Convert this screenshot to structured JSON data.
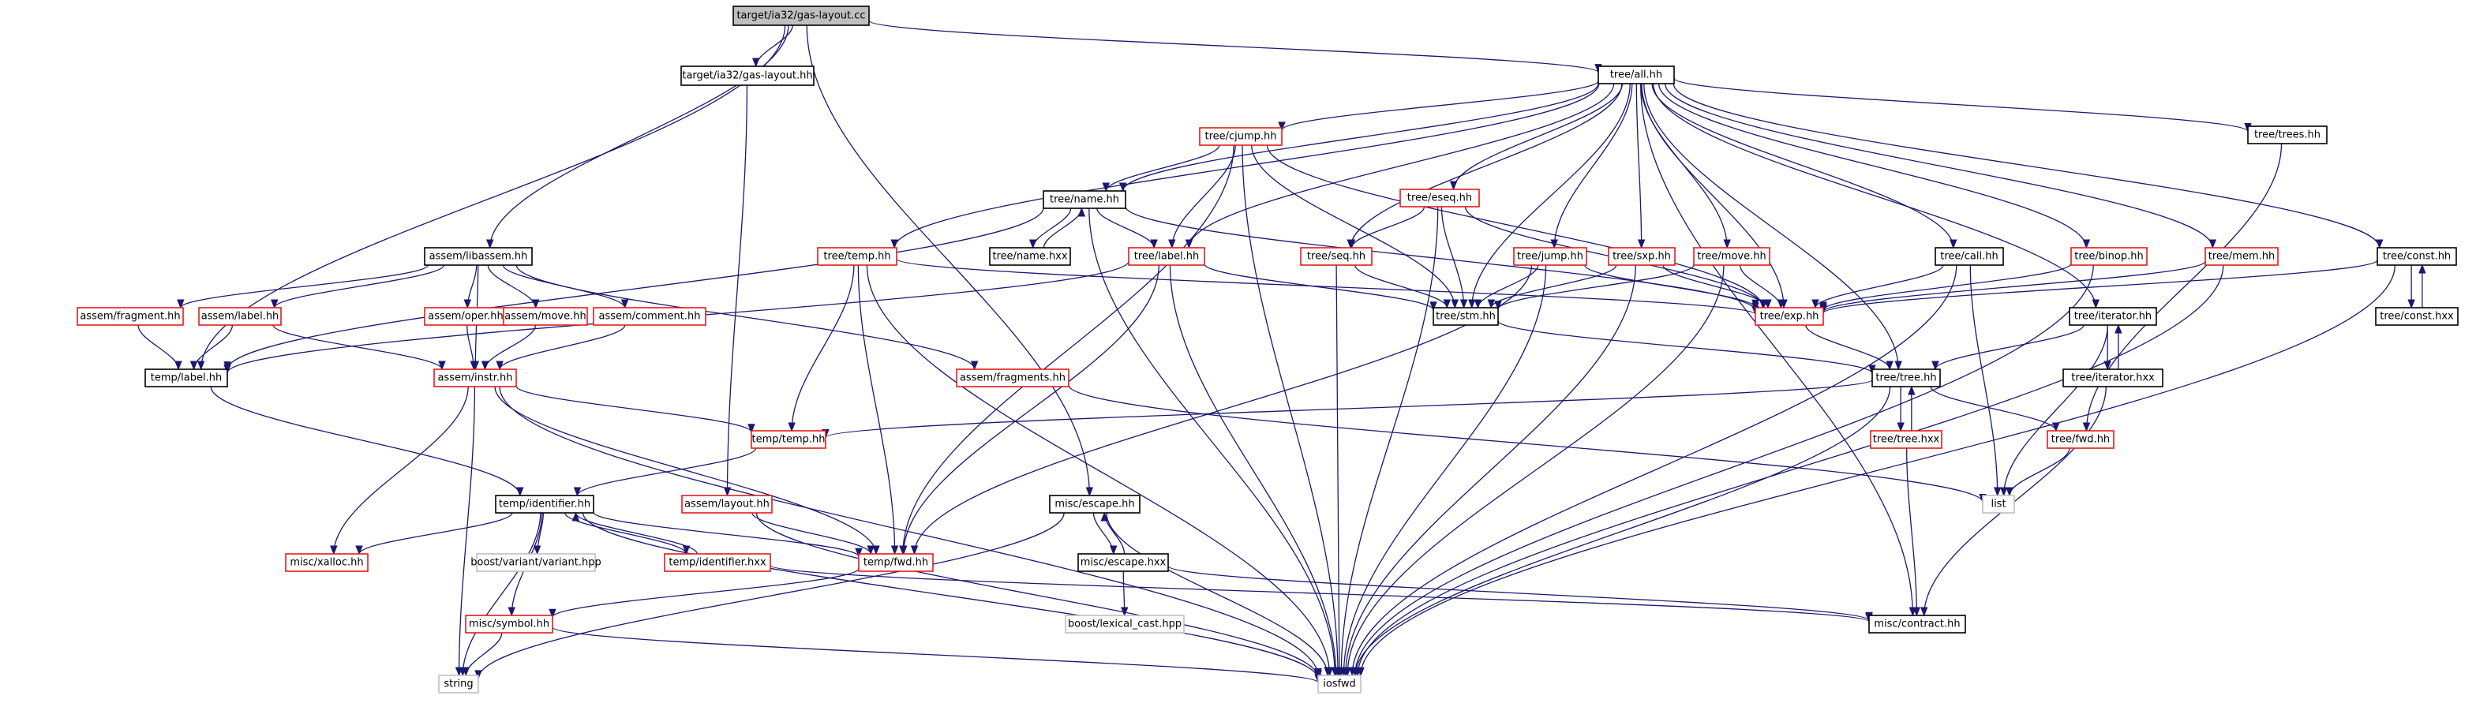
{
  "graph": {
    "colors": {
      "edge": "#191970",
      "root_fill": "#bfbfbf",
      "node_border_documented": "#000000",
      "node_border_truncated": "#e41a1c",
      "node_border_external": "#bfbfbf"
    },
    "nodes": [
      {
        "id": "root",
        "label": "target/ia32/gas-layout.cc",
        "kind": "root"
      },
      {
        "id": "gaslayout_hh",
        "label": "target/ia32/gas-layout.hh",
        "kind": "black"
      },
      {
        "id": "tree_all",
        "label": "tree/all.hh",
        "kind": "black"
      },
      {
        "id": "libassem",
        "label": "assem/libassem.hh",
        "kind": "black"
      },
      {
        "id": "tree_cjump",
        "label": "tree/cjump.hh",
        "kind": "red"
      },
      {
        "id": "tree_name",
        "label": "tree/name.hh",
        "kind": "black"
      },
      {
        "id": "tree_name_hxx",
        "label": "tree/name.hxx",
        "kind": "black"
      },
      {
        "id": "tree_eseq",
        "label": "tree/eseq.hh",
        "kind": "red"
      },
      {
        "id": "tree_trees",
        "label": "tree/trees.hh",
        "kind": "black"
      },
      {
        "id": "tree_temp",
        "label": "tree/temp.hh",
        "kind": "red"
      },
      {
        "id": "tree_label",
        "label": "tree/label.hh",
        "kind": "red"
      },
      {
        "id": "tree_seq",
        "label": "tree/seq.hh",
        "kind": "red"
      },
      {
        "id": "tree_jump",
        "label": "tree/jump.hh",
        "kind": "red"
      },
      {
        "id": "tree_sxp",
        "label": "tree/sxp.hh",
        "kind": "red"
      },
      {
        "id": "tree_move",
        "label": "tree/move.hh",
        "kind": "red"
      },
      {
        "id": "tree_call",
        "label": "tree/call.hh",
        "kind": "black"
      },
      {
        "id": "tree_binop",
        "label": "tree/binop.hh",
        "kind": "red"
      },
      {
        "id": "tree_mem",
        "label": "tree/mem.hh",
        "kind": "red"
      },
      {
        "id": "tree_const",
        "label": "tree/const.hh",
        "kind": "black"
      },
      {
        "id": "tree_const_hxx",
        "label": "tree/const.hxx",
        "kind": "black"
      },
      {
        "id": "tree_stm",
        "label": "tree/stm.hh",
        "kind": "black"
      },
      {
        "id": "tree_exp",
        "label": "tree/exp.hh",
        "kind": "red"
      },
      {
        "id": "tree_iterator",
        "label": "tree/iterator.hh",
        "kind": "black"
      },
      {
        "id": "tree_iterator_hxx",
        "label": "tree/iterator.hxx",
        "kind": "black"
      },
      {
        "id": "tree_tree",
        "label": "tree/tree.hh",
        "kind": "black"
      },
      {
        "id": "tree_tree_hxx",
        "label": "tree/tree.hxx",
        "kind": "red"
      },
      {
        "id": "tree_fwd",
        "label": "tree/fwd.hh",
        "kind": "red"
      },
      {
        "id": "list",
        "label": "list",
        "kind": "gray"
      },
      {
        "id": "assem_fragment",
        "label": "assem/fragment.hh",
        "kind": "red"
      },
      {
        "id": "assem_label",
        "label": "assem/label.hh",
        "kind": "red"
      },
      {
        "id": "assem_oper",
        "label": "assem/oper.hh",
        "kind": "red"
      },
      {
        "id": "assem_move",
        "label": "assem/move.hh",
        "kind": "red"
      },
      {
        "id": "assem_comment",
        "label": "assem/comment.hh",
        "kind": "red"
      },
      {
        "id": "assem_fragments",
        "label": "assem/fragments.hh",
        "kind": "red"
      },
      {
        "id": "temp_label",
        "label": "temp/label.hh",
        "kind": "black"
      },
      {
        "id": "assem_instr",
        "label": "assem/instr.hh",
        "kind": "red"
      },
      {
        "id": "temp_temp",
        "label": "temp/temp.hh",
        "kind": "red"
      },
      {
        "id": "temp_identifier",
        "label": "temp/identifier.hh",
        "kind": "black"
      },
      {
        "id": "assem_layout",
        "label": "assem/layout.hh",
        "kind": "red"
      },
      {
        "id": "misc_escape",
        "label": "misc/escape.hh",
        "kind": "black"
      },
      {
        "id": "misc_escape_hxx",
        "label": "misc/escape.hxx",
        "kind": "black"
      },
      {
        "id": "boost_lexical",
        "label": "boost/lexical_cast.hpp",
        "kind": "gray"
      },
      {
        "id": "misc_xalloc",
        "label": "misc/xalloc.hh",
        "kind": "red"
      },
      {
        "id": "boost_variant",
        "label": "boost/variant/variant.hpp",
        "kind": "gray"
      },
      {
        "id": "temp_identifier_hxx",
        "label": "temp/identifier.hxx",
        "kind": "red"
      },
      {
        "id": "temp_fwd",
        "label": "temp/fwd.hh",
        "kind": "red"
      },
      {
        "id": "misc_symbol",
        "label": "misc/symbol.hh",
        "kind": "red"
      },
      {
        "id": "misc_contract",
        "label": "misc/contract.hh",
        "kind": "black"
      },
      {
        "id": "string",
        "label": "string",
        "kind": "gray"
      },
      {
        "id": "iosfwd",
        "label": "iosfwd",
        "kind": "gray"
      }
    ],
    "edges": [
      [
        "root",
        "gaslayout_hh"
      ],
      [
        "root",
        "tree_all"
      ],
      [
        "root",
        "libassem"
      ],
      [
        "root",
        "temp_label"
      ],
      [
        "root",
        "misc_escape"
      ],
      [
        "gaslayout_hh",
        "assem_layout"
      ],
      [
        "tree_all",
        "tree_cjump"
      ],
      [
        "tree_all",
        "tree_name"
      ],
      [
        "tree_all",
        "tree_eseq"
      ],
      [
        "tree_all",
        "tree_trees"
      ],
      [
        "tree_all",
        "tree_temp"
      ],
      [
        "tree_all",
        "tree_label"
      ],
      [
        "tree_all",
        "tree_seq"
      ],
      [
        "tree_all",
        "tree_jump"
      ],
      [
        "tree_all",
        "tree_sxp"
      ],
      [
        "tree_all",
        "tree_move"
      ],
      [
        "tree_all",
        "tree_call"
      ],
      [
        "tree_all",
        "tree_binop"
      ],
      [
        "tree_all",
        "tree_mem"
      ],
      [
        "tree_all",
        "tree_const"
      ],
      [
        "tree_all",
        "tree_stm"
      ],
      [
        "tree_all",
        "tree_exp"
      ],
      [
        "tree_all",
        "tree_iterator"
      ],
      [
        "tree_all",
        "tree_tree"
      ],
      [
        "tree_all",
        "misc_contract"
      ],
      [
        "tree_cjump",
        "tree_name"
      ],
      [
        "tree_cjump",
        "tree_label"
      ],
      [
        "tree_cjump",
        "tree_stm"
      ],
      [
        "tree_cjump",
        "tree_exp"
      ],
      [
        "tree_cjump",
        "temp_fwd"
      ],
      [
        "tree_cjump",
        "iosfwd"
      ],
      [
        "tree_name",
        "tree_name_hxx"
      ],
      [
        "tree_name",
        "tree_label"
      ],
      [
        "tree_name",
        "tree_exp"
      ],
      [
        "tree_name",
        "temp_label"
      ],
      [
        "tree_name",
        "iosfwd"
      ],
      [
        "tree_name_hxx",
        "tree_name"
      ],
      [
        "tree_eseq",
        "tree_seq"
      ],
      [
        "tree_eseq",
        "tree_stm"
      ],
      [
        "tree_eseq",
        "tree_exp"
      ],
      [
        "tree_eseq",
        "iosfwd"
      ],
      [
        "tree_trees",
        "tree_fwd"
      ],
      [
        "tree_temp",
        "tree_exp"
      ],
      [
        "tree_temp",
        "temp_temp"
      ],
      [
        "tree_temp",
        "temp_fwd"
      ],
      [
        "tree_temp",
        "iosfwd"
      ],
      [
        "tree_label",
        "tree_stm"
      ],
      [
        "tree_label",
        "temp_label"
      ],
      [
        "tree_label",
        "temp_fwd"
      ],
      [
        "tree_label",
        "iosfwd"
      ],
      [
        "tree_seq",
        "tree_stm"
      ],
      [
        "tree_seq",
        "iosfwd"
      ],
      [
        "tree_jump",
        "tree_stm"
      ],
      [
        "tree_jump",
        "tree_exp"
      ],
      [
        "tree_jump",
        "temp_fwd"
      ],
      [
        "tree_jump",
        "iosfwd"
      ],
      [
        "tree_sxp",
        "tree_stm"
      ],
      [
        "tree_sxp",
        "tree_exp"
      ],
      [
        "tree_sxp",
        "iosfwd"
      ],
      [
        "tree_move",
        "tree_stm"
      ],
      [
        "tree_move",
        "tree_exp"
      ],
      [
        "tree_move",
        "iosfwd"
      ],
      [
        "tree_call",
        "tree_exp"
      ],
      [
        "tree_call",
        "list"
      ],
      [
        "tree_call",
        "iosfwd"
      ],
      [
        "tree_binop",
        "tree_exp"
      ],
      [
        "tree_binop",
        "iosfwd"
      ],
      [
        "tree_mem",
        "tree_exp"
      ],
      [
        "tree_mem",
        "iosfwd"
      ],
      [
        "tree_const",
        "tree_const_hxx"
      ],
      [
        "tree_const",
        "tree_exp"
      ],
      [
        "tree_const",
        "iosfwd"
      ],
      [
        "tree_const_hxx",
        "tree_const"
      ],
      [
        "tree_stm",
        "tree_tree"
      ],
      [
        "tree_exp",
        "tree_tree"
      ],
      [
        "tree_iterator",
        "tree_iterator_hxx"
      ],
      [
        "tree_iterator",
        "tree_tree"
      ],
      [
        "tree_iterator",
        "list"
      ],
      [
        "tree_iterator_hxx",
        "tree_iterator"
      ],
      [
        "tree_iterator_hxx",
        "misc_contract"
      ],
      [
        "tree_tree",
        "tree_tree_hxx"
      ],
      [
        "tree_tree",
        "tree_fwd"
      ],
      [
        "tree_tree",
        "temp_temp"
      ],
      [
        "tree_tree",
        "iosfwd"
      ],
      [
        "tree_tree_hxx",
        "tree_tree"
      ],
      [
        "tree_tree_hxx",
        "misc_contract"
      ],
      [
        "tree_fwd",
        "list"
      ],
      [
        "libassem",
        "assem_fragment"
      ],
      [
        "libassem",
        "assem_label"
      ],
      [
        "libassem",
        "assem_oper"
      ],
      [
        "libassem",
        "assem_move"
      ],
      [
        "libassem",
        "assem_comment"
      ],
      [
        "libassem",
        "assem_fragments"
      ],
      [
        "libassem",
        "assem_instr"
      ],
      [
        "assem_fragment",
        "temp_label"
      ],
      [
        "assem_label",
        "temp_label"
      ],
      [
        "assem_label",
        "assem_instr"
      ],
      [
        "assem_oper",
        "assem_instr"
      ],
      [
        "assem_move",
        "assem_instr"
      ],
      [
        "assem_comment",
        "assem_instr"
      ],
      [
        "assem_fragments",
        "list"
      ],
      [
        "assem_instr",
        "temp_temp"
      ],
      [
        "assem_instr",
        "temp_fwd"
      ],
      [
        "assem_instr",
        "misc_xalloc"
      ],
      [
        "assem_instr",
        "string"
      ],
      [
        "assem_instr",
        "iosfwd"
      ],
      [
        "temp_label",
        "temp_identifier"
      ],
      [
        "temp_temp",
        "temp_identifier"
      ],
      [
        "temp_identifier",
        "misc_xalloc"
      ],
      [
        "temp_identifier",
        "boost_variant"
      ],
      [
        "temp_identifier",
        "temp_identifier_hxx"
      ],
      [
        "temp_identifier",
        "temp_fwd"
      ],
      [
        "temp_identifier",
        "misc_symbol"
      ],
      [
        "temp_identifier",
        "string"
      ],
      [
        "temp_identifier",
        "iosfwd"
      ],
      [
        "temp_identifier_hxx",
        "temp_identifier"
      ],
      [
        "temp_identifier_hxx",
        "misc_contract"
      ],
      [
        "assem_layout",
        "temp_fwd"
      ],
      [
        "assem_layout",
        "iosfwd"
      ],
      [
        "misc_escape",
        "misc_escape_hxx"
      ],
      [
        "misc_escape",
        "string"
      ],
      [
        "misc_escape",
        "iosfwd"
      ],
      [
        "misc_escape_hxx",
        "misc_escape"
      ],
      [
        "misc_escape_hxx",
        "boost_lexical"
      ],
      [
        "misc_escape_hxx",
        "misc_contract"
      ],
      [
        "temp_fwd",
        "misc_symbol"
      ],
      [
        "misc_symbol",
        "string"
      ],
      [
        "misc_symbol",
        "iosfwd"
      ]
    ]
  }
}
